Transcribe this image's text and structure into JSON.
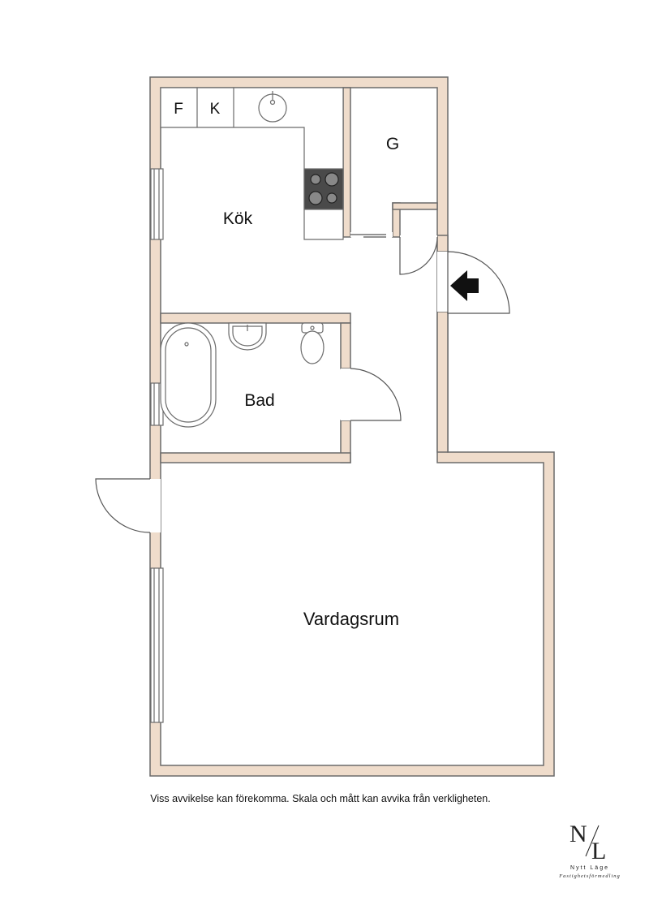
{
  "rooms": {
    "kitchen": "Kök",
    "closet": "G",
    "bathroom": "Bad",
    "living_room": "Vardagsrum"
  },
  "appliances": {
    "fridge": "F",
    "freezer": "K"
  },
  "disclaimer": "Viss avvikelse kan förekomma. Skala och mått kan avvika från verkligheten.",
  "logo": {
    "monogram": "N/L",
    "name": "Nytt Läge",
    "tagline": "Fastighetsförmedling"
  },
  "colors": {
    "wall_fill": "#efdccb",
    "wall_line": "#6b6b6b"
  }
}
